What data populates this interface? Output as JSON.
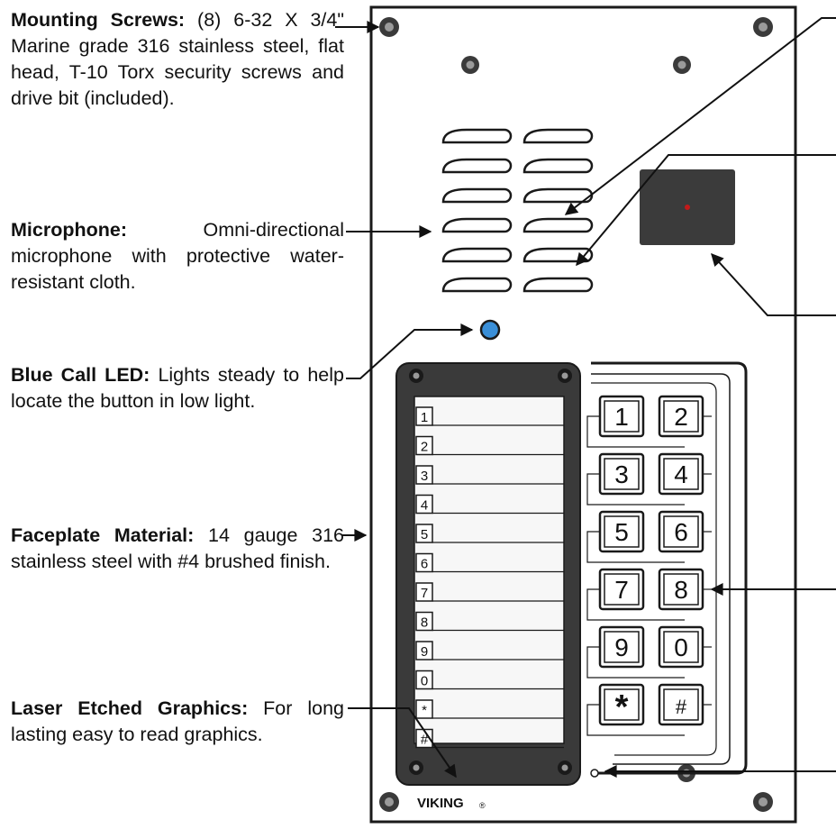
{
  "callouts": [
    {
      "title": "Mounting Screws:",
      "text": "(8) 6-32 X 3/4\" Marine grade 316 stainless steel, flat head, T-10 Torx security screws and drive bit (included)."
    },
    {
      "title": "Microphone:",
      "text": "Omni-directional microphone with protective water-resistant cloth."
    },
    {
      "title": "Blue Call LED:",
      "text": "Lights steady to help locate the button in low light."
    },
    {
      "title": "Faceplate Material:",
      "text": "14 gauge 316 stainless steel with #4 brushed finish."
    },
    {
      "title": "Laser Etched Graphics:",
      "text": "For long lasting easy to read graphics."
    }
  ],
  "directory_labels": [
    "1",
    "2",
    "3",
    "4",
    "5",
    "6",
    "7",
    "8",
    "9",
    "0",
    "*",
    "#"
  ],
  "keypad_keys": [
    [
      "1",
      "2"
    ],
    [
      "3",
      "4"
    ],
    [
      "5",
      "6"
    ],
    [
      "7",
      "8"
    ],
    [
      "9",
      "0"
    ],
    [
      "*",
      "#"
    ]
  ],
  "brand": "VIKING",
  "brand_mark": "®",
  "colors": {
    "panel": "#ffffff",
    "outline": "#1a1a1a",
    "dark_frame": "#3a3a3a",
    "camera_box": "#3b3b3b",
    "camera_dot": "#c21a1a",
    "led": "#3a8fd8"
  },
  "icons": [
    "screw-icon",
    "blue-led-icon",
    "camera-icon",
    "arrow-icon"
  ]
}
